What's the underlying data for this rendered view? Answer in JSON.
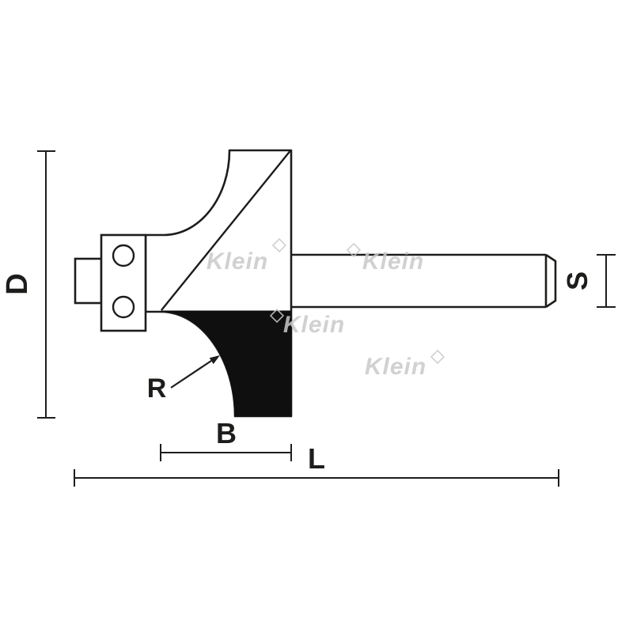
{
  "page": {
    "background": "#ffffff",
    "description": "Technical line drawing of a roundover router bit with ball-bearing guide, with dimension annotations"
  },
  "watermark": {
    "text": "Klein"
  },
  "dimensions": {
    "overall_diameter_label": "D",
    "shank_diameter_label": "S",
    "radius_label": "R",
    "cutting_length_label": "B",
    "overall_length_label": "L"
  },
  "colors": {
    "line": "#1d1d1b",
    "cutter_fill": "#0f0f0f",
    "watermark": "#c9c9c9"
  }
}
